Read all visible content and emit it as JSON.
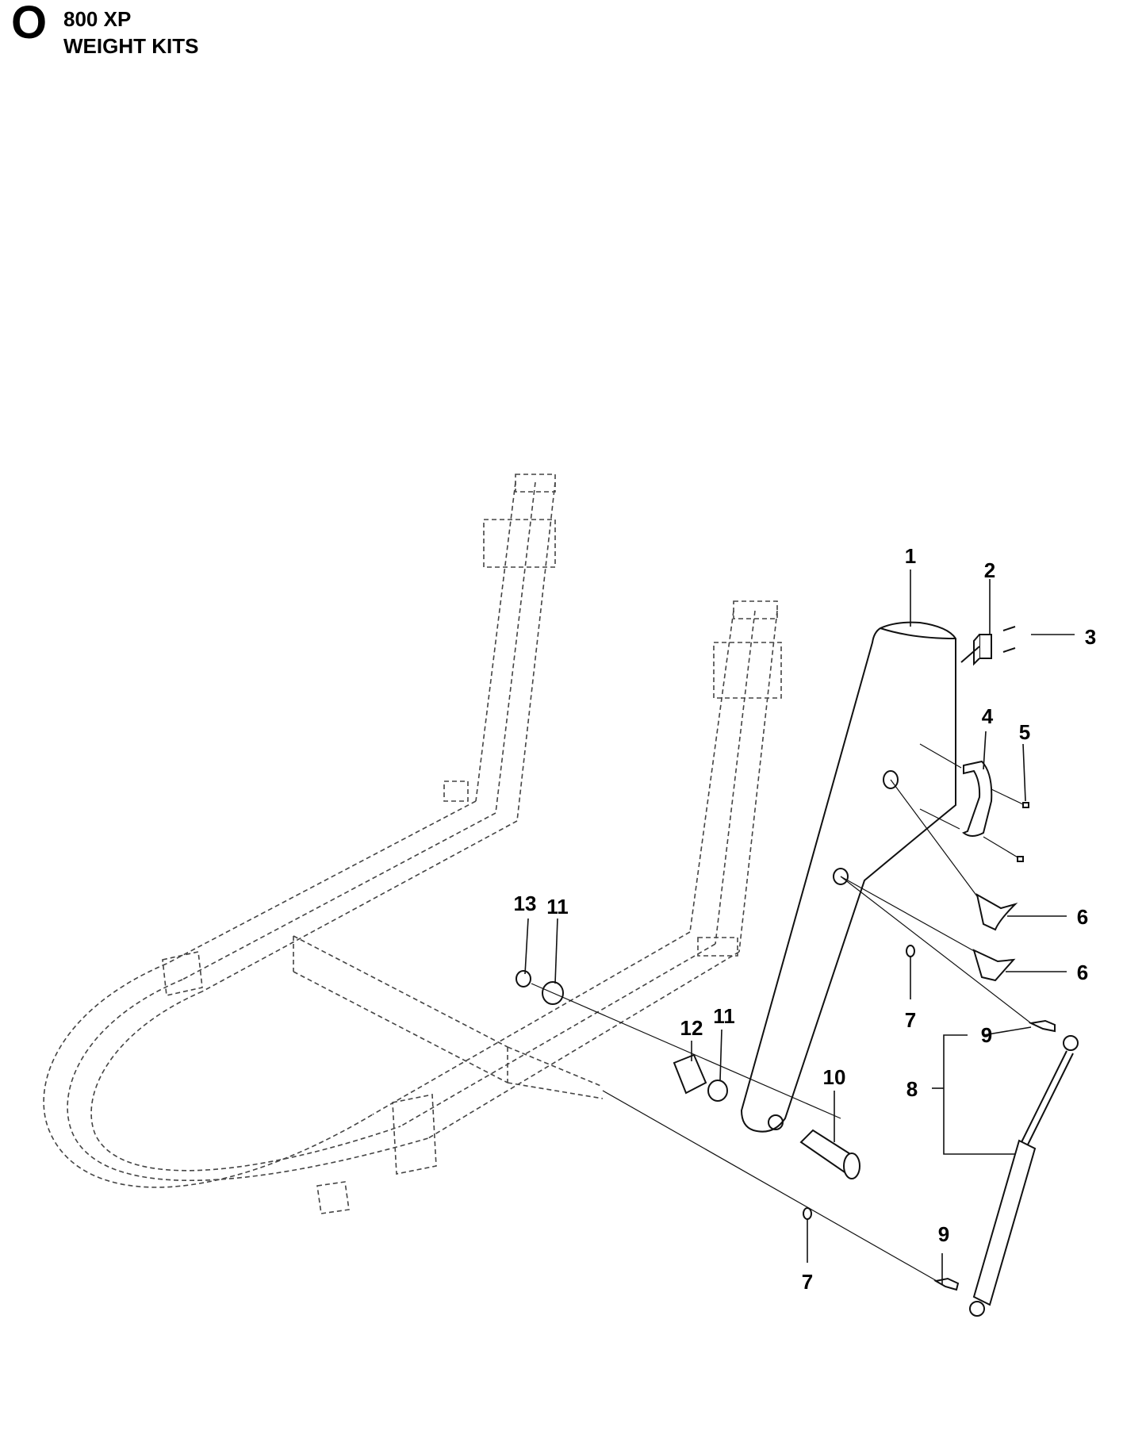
{
  "header": {
    "section_letter": "O",
    "model": "800 XP",
    "title": "WEIGHT KITS"
  },
  "callouts": [
    {
      "id": "callout-1",
      "text": "1"
    },
    {
      "id": "callout-2",
      "text": "2"
    },
    {
      "id": "callout-3",
      "text": "3"
    },
    {
      "id": "callout-4",
      "text": "4"
    },
    {
      "id": "callout-5",
      "text": "5"
    },
    {
      "id": "callout-6a",
      "text": "6"
    },
    {
      "id": "callout-6b",
      "text": "6"
    },
    {
      "id": "callout-7a",
      "text": "7"
    },
    {
      "id": "callout-7b",
      "text": "7"
    },
    {
      "id": "callout-8",
      "text": "8"
    },
    {
      "id": "callout-9a",
      "text": "9"
    },
    {
      "id": "callout-9b",
      "text": "9"
    },
    {
      "id": "callout-10",
      "text": "10"
    },
    {
      "id": "callout-11a",
      "text": "11"
    },
    {
      "id": "callout-11b",
      "text": "11"
    },
    {
      "id": "callout-12",
      "text": "12"
    },
    {
      "id": "callout-13",
      "text": "13"
    }
  ]
}
